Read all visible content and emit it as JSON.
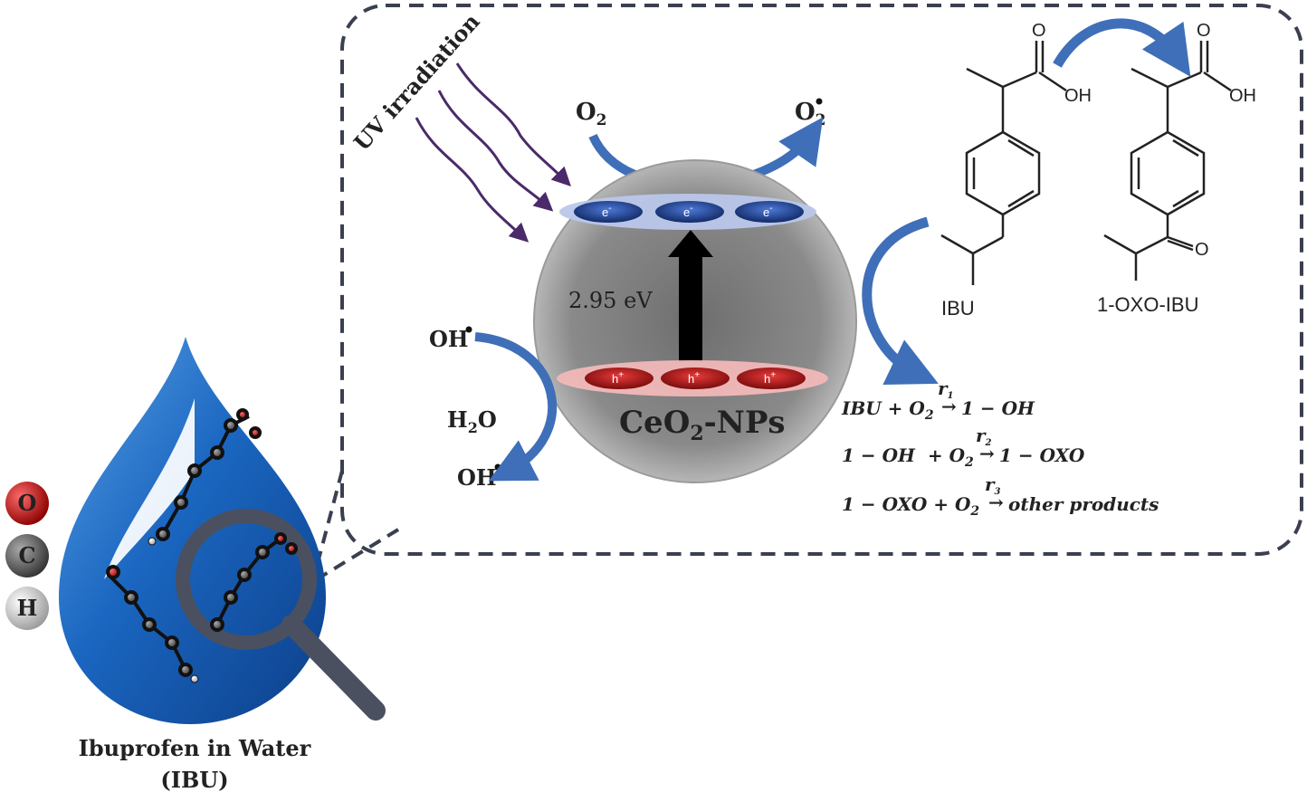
{
  "labels": {
    "uv": "UV irradiation",
    "o2_in": "O",
    "o2_in_sub": "2",
    "o2_out": "O",
    "o2_out_sub": "2",
    "electron": "e",
    "electron_sup": "-",
    "hole": "h",
    "hole_sup": "+",
    "band_gap": "2.95 eV",
    "particle": "CeO",
    "particle_sub": "2",
    "particle_suffix": "-NPs",
    "oh_radical": "OH",
    "water": "H",
    "water_sub": "2",
    "water_suffix": "O",
    "oh_radical_2": "OH",
    "ibu": "IBU",
    "oxo_ibu": "1-OXO-IBU",
    "oh_group_1": "OH",
    "oh_group_2": "OH",
    "o_carbonyl_1": "O",
    "o_carbonyl_2": "O",
    "o_ketone": "O",
    "caption_line1": "Ibuprofen in Water",
    "caption_line2": "(IBU)"
  },
  "equations": [
    {
      "lhs": "IBU + O",
      "lhs_sub": "2",
      "rate": "r",
      "rate_sub": "1",
      "rhs": "1 − OH"
    },
    {
      "lhs": "1 − OH  + O",
      "lhs_sub": "2",
      "rate": "r",
      "rate_sub": "2",
      "rhs": "1 − OXO"
    },
    {
      "lhs": "1 − OXO + O",
      "lhs_sub": "2",
      "rate": "r",
      "rate_sub": "3",
      "rhs": "other products"
    }
  ],
  "legend": [
    {
      "symbol": "O",
      "color": "#c41010"
    },
    {
      "symbol": "C",
      "color": "#555555"
    },
    {
      "symbol": "H",
      "color": "#e8e8e8"
    }
  ],
  "colors": {
    "drop": "#1560b8",
    "arrow_blue": "#3f6fb8",
    "uv_purple": "#4a2a6a",
    "electron": "#1c3f8c",
    "hole": "#b81414",
    "border": "#3a4050"
  }
}
